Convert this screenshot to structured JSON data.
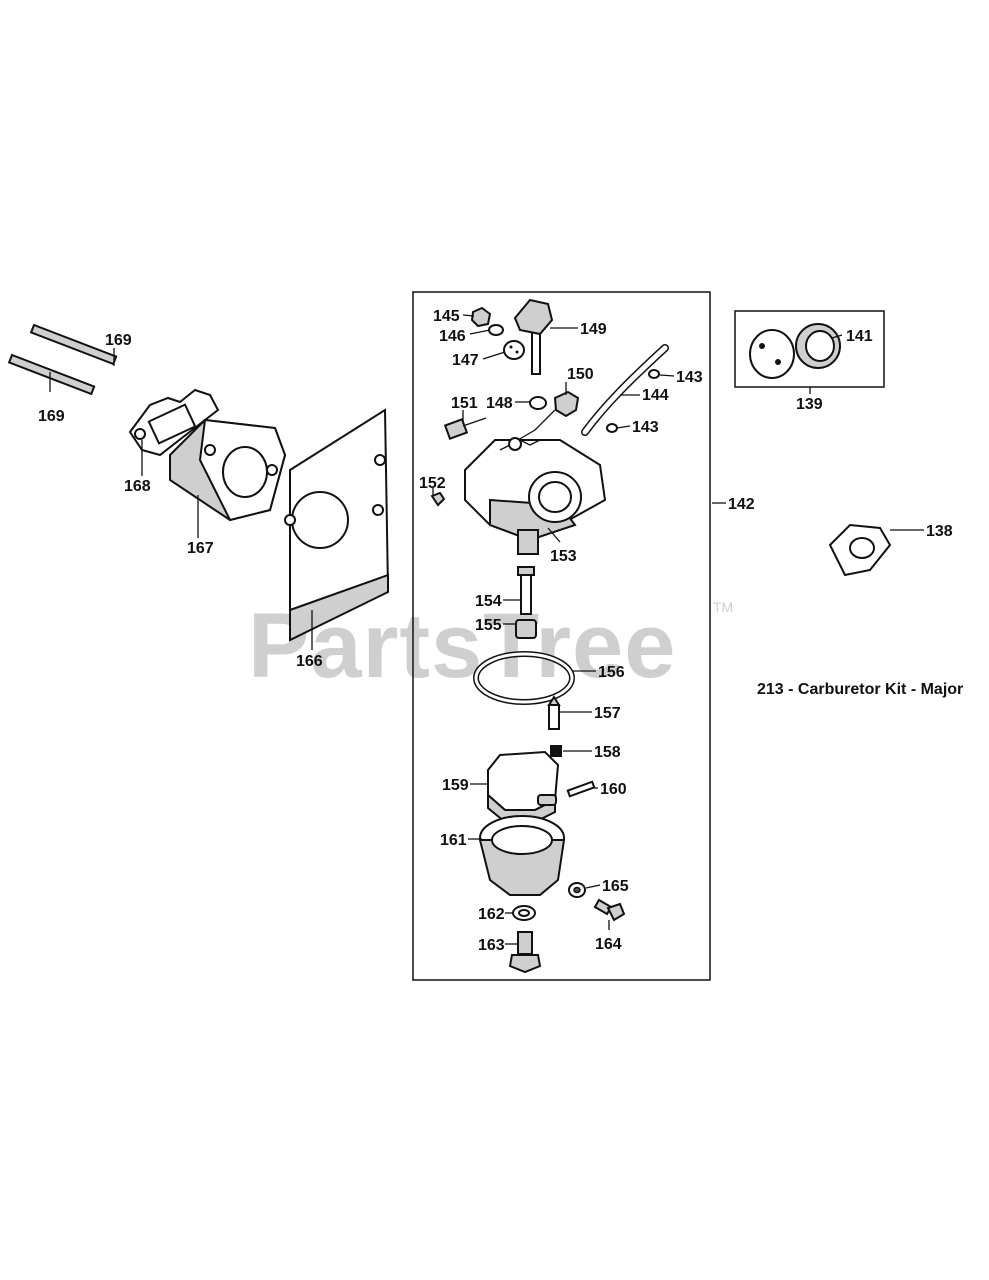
{
  "watermark": {
    "text": "PartsTree",
    "trademark": "TM"
  },
  "note": "213 - Carburetor Kit - Major",
  "labels": {
    "p138": "138",
    "p139": "139",
    "p141": "141",
    "p142": "142",
    "p143a": "143",
    "p143b": "143",
    "p144": "144",
    "p145": "145",
    "p146": "146",
    "p147": "147",
    "p148": "148",
    "p149": "149",
    "p150": "150",
    "p151": "151",
    "p152": "152",
    "p153": "153",
    "p154": "154",
    "p155": "155",
    "p156": "156",
    "p157": "157",
    "p158": "158",
    "p159": "159",
    "p160": "160",
    "p161": "161",
    "p162": "162",
    "p163": "163",
    "p164": "164",
    "p165": "165",
    "p166": "166",
    "p167": "167",
    "p168": "168",
    "p169a": "169",
    "p169b": "169"
  }
}
